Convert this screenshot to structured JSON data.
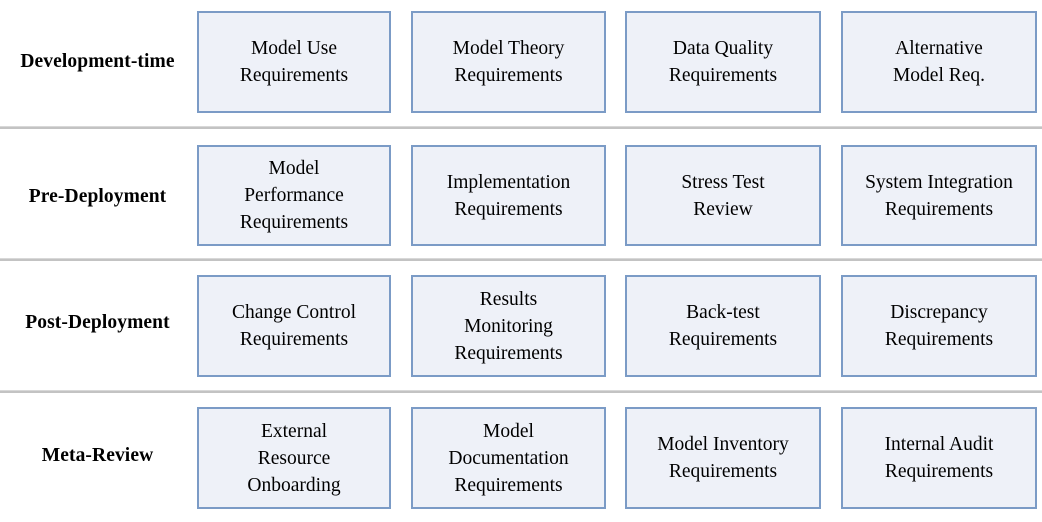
{
  "diagram": {
    "type": "matrix-grid",
    "rows": 4,
    "columns": 4,
    "colors": {
      "card_fill": "#eef1f8",
      "card_border": "#7b9bc6",
      "separator": "#c3c3c3",
      "text": "#000000",
      "background": "#ffffff"
    },
    "stages": [
      {
        "label": "Development-time",
        "cards": [
          {
            "label": "Model Use\nRequirements"
          },
          {
            "label": "Model Theory\nRequirements"
          },
          {
            "label": "Data Quality\nRequirements"
          },
          {
            "label": "Alternative\nModel Req."
          }
        ]
      },
      {
        "label": "Pre-Deployment",
        "cards": [
          {
            "label": "Model\nPerformance\nRequirements"
          },
          {
            "label": "Implementation\nRequirements"
          },
          {
            "label": "Stress Test\nReview"
          },
          {
            "label": "System Integration\nRequirements"
          }
        ]
      },
      {
        "label": "Post-Deployment",
        "cards": [
          {
            "label": "Change Control\nRequirements"
          },
          {
            "label": "Results\nMonitoring\nRequirements"
          },
          {
            "label": "Back-test\nRequirements"
          },
          {
            "label": "Discrepancy\nRequirements"
          }
        ]
      },
      {
        "label": "Meta-Review",
        "cards": [
          {
            "label": "External\nResource\nOnboarding"
          },
          {
            "label": "Model\nDocumentation\nRequirements"
          },
          {
            "label": "Model Inventory\nRequirements"
          },
          {
            "label": "Internal Audit\nRequirements"
          }
        ]
      }
    ]
  }
}
